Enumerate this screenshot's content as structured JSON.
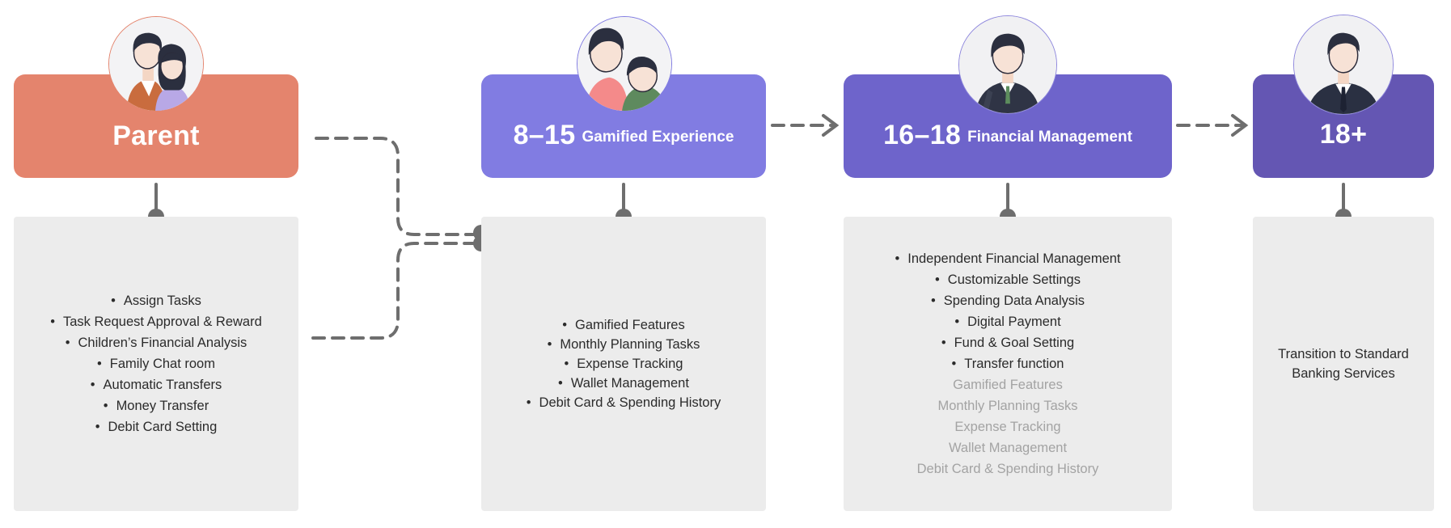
{
  "colors": {
    "parent": "#E4846D",
    "age_8_15": "#817CE2",
    "age_16_18": "#6E64CB",
    "age_18_plus": "#6456B3",
    "panel": "#ECECEC",
    "connector": "#6E6E6E",
    "dim_text": "#A3A3A3"
  },
  "stages": {
    "parent": {
      "title": "Parent",
      "icon": "parent-couple-icon",
      "items": [
        "Assign Tasks",
        "Task Request Approval & Reward",
        "Children’s Financial Analysis",
        "Family Chat room",
        "Automatic Transfers",
        "Money Transfer",
        "Debit Card Setting"
      ]
    },
    "age_8_15": {
      "title": "8–15",
      "subtitle": "Gamified Experience",
      "icon": "kids-avatar-icon",
      "items": [
        "Gamified Features",
        "Monthly Planning Tasks",
        "Expense Tracking",
        "Wallet Management",
        "Debit Card & Spending History"
      ]
    },
    "age_16_18": {
      "title": "16–18",
      "subtitle": "Financial Management",
      "icon": "student-avatar-icon",
      "items": [
        "Independent Financial Management",
        "Customizable Settings",
        "Spending Data Analysis",
        "Digital Payment",
        "Fund & Goal Setting",
        "Transfer function"
      ],
      "inherited_items": [
        "Gamified Features",
        "Monthly Planning Tasks",
        "Expense Tracking",
        "Wallet Management",
        "Debit Card & Spending History"
      ]
    },
    "age_18_plus": {
      "title": "18+",
      "icon": "adult-avatar-icon",
      "text_line1": "Transition to Standard",
      "text_line2": "Banking Services"
    }
  }
}
